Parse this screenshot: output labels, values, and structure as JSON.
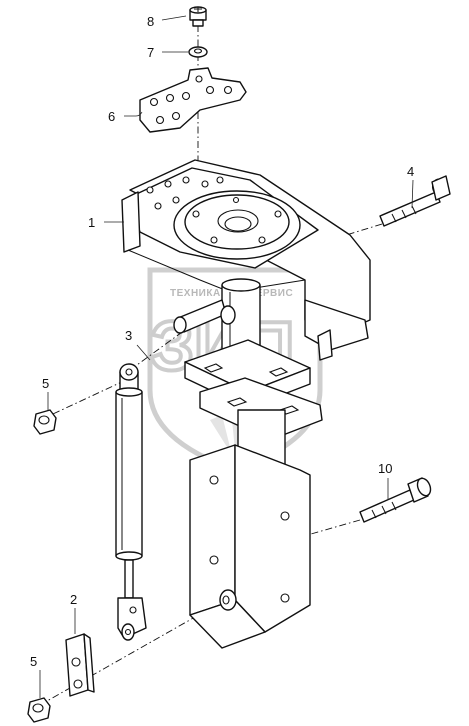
{
  "diagram": {
    "callouts": [
      {
        "id": "8",
        "label": "8"
      },
      {
        "id": "7",
        "label": "7"
      },
      {
        "id": "6",
        "label": "6"
      },
      {
        "id": "1",
        "label": "1"
      },
      {
        "id": "4",
        "label": "4"
      },
      {
        "id": "3",
        "label": "3"
      },
      {
        "id": "5a",
        "label": "5"
      },
      {
        "id": "10",
        "label": "10"
      },
      {
        "id": "2",
        "label": "2"
      },
      {
        "id": "5b",
        "label": "5"
      }
    ],
    "watermark": {
      "text_left": "ТЕХНИКА",
      "text_right": "СЕРВИС",
      "big_text": "ЗИП"
    }
  }
}
